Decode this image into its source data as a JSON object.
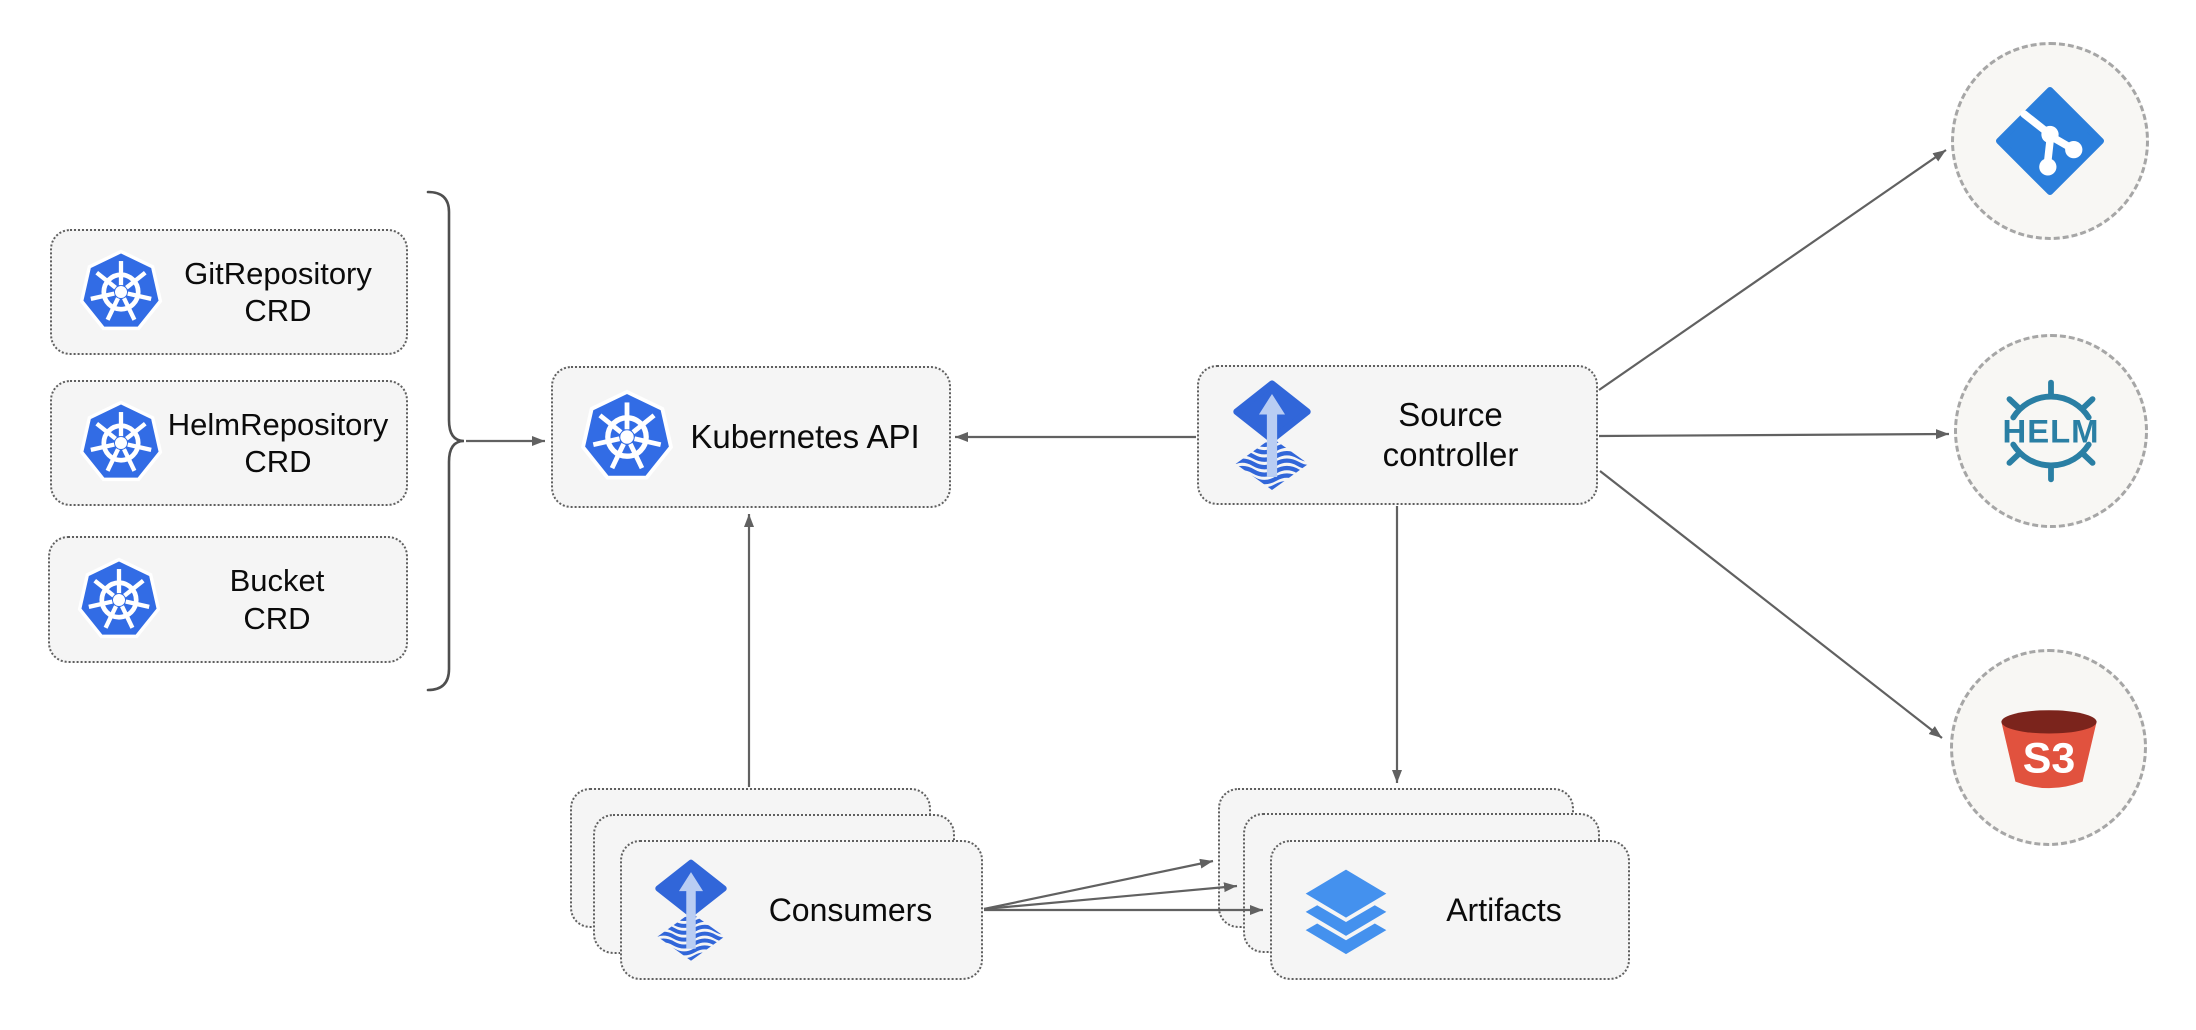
{
  "diagram": {
    "nodes": {
      "git_crd": {
        "label": "GitRepository\nCRD"
      },
      "helm_crd": {
        "label": "HelmRepository\nCRD"
      },
      "bucket_crd": {
        "label": "Bucket\nCRD"
      },
      "kubernetes_api": {
        "label": "Kubernetes API"
      },
      "source_controller": {
        "label": "Source\ncontroller"
      },
      "consumers": {
        "label": "Consumers"
      },
      "artifacts": {
        "label": "Artifacts"
      },
      "git_endpoint": {
        "icon": "git-icon"
      },
      "helm_endpoint": {
        "icon": "helm-icon",
        "text": "HELM"
      },
      "s3_endpoint": {
        "icon": "s3-bucket-icon",
        "text": "S3"
      }
    },
    "colors": {
      "node_fill": "#f5f5f5",
      "node_border": "#5f5f5f",
      "arrow": "#616161",
      "kubernetes_blue": "#326ce5",
      "flux_blue": "#3166d9",
      "flux_arrow_light": "#b9cdf3",
      "layers_blue": "#4491ee",
      "git_blue": "#2a7edb",
      "helm_teal": "#2a7fa4",
      "s3_red": "#e1523e",
      "s3_dark": "#7b241c",
      "circle_fill": "#f8f7f4",
      "circle_border": "#a6a6a6"
    }
  }
}
